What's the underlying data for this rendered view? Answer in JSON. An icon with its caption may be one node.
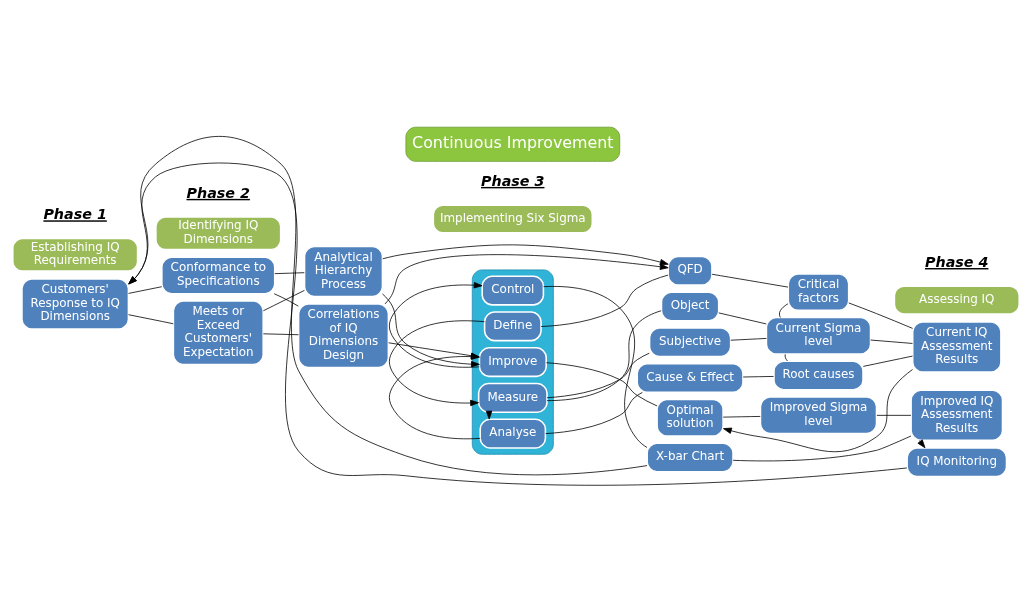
{
  "diagram": {
    "nodes": [
      {
        "text": [
          "Establishing IQ Requirements"
        ]
      },
      {
        "text": [
          "Identifying IQ Dimensions"
        ]
      },
      {
        "text": [
          "Implementing Six Sigma"
        ]
      },
      {
        "text": [
          "Assessing IQ"
        ]
      },
      {
        "text": [
          "Customers' Response to IQ Dimensions"
        ]
      },
      {
        "text": [
          "Conformance to Specifications"
        ]
      },
      {
        "text": [
          "Meets or Exceed Customers' Expectation"
        ]
      },
      {
        "text": [
          "Analytical Hierarchy Process"
        ]
      },
      {
        "text": [
          "Correlations of IQ Dimensions Design"
        ]
      },
      {
        "text": [],
        "shape": "box"
      },
      {
        "text": [
          "Define"
        ],
        "in": 9
      },
      {
        "text": [
          "Measure"
        ],
        "in": 9
      },
      {
        "text": [
          "Analyse"
        ],
        "in": 9
      },
      {
        "text": [
          "Improve"
        ],
        "in": 9
      },
      {
        "text": [
          "Control"
        ],
        "in": 9
      },
      {
        "text": [
          "QFD"
        ]
      },
      {
        "text": [
          "Critical factors"
        ]
      },
      {
        "text": [
          "Object"
        ]
      },
      {
        "text": [
          "Subjective"
        ]
      },
      {
        "text": [
          "Current Sigma level"
        ]
      },
      {
        "text": [
          "Cause & Effect"
        ]
      },
      {
        "text": [
          "Root causes"
        ]
      },
      {
        "text": [
          "Optimal solution"
        ]
      },
      {
        "text": [
          "Improved Sigma level"
        ]
      },
      {
        "text": [
          "X-bar Chart"
        ]
      },
      {
        "text": [
          "Current IQ Assessment Results"
        ]
      },
      {
        "text": [
          "Improved IQ Assessment Results"
        ]
      },
      {
        "text": [
          "IQ Monitoring"
        ]
      },
      {
        "text": [
          "Continuous Improvement"
        ]
      }
    ],
    "edges": [
      {
        "from": 4,
        "to": 5,
        "arrow": "none"
      },
      {
        "from": 4,
        "to": 6,
        "arrow": "none"
      },
      {
        "from": 5,
        "to": 7,
        "arrow": "none"
      },
      {
        "from": 5,
        "to": 8,
        "arrow": "none"
      },
      {
        "from": 6,
        "to": 7,
        "arrow": "none"
      },
      {
        "from": 6,
        "to": 8,
        "arrow": "none"
      },
      {
        "from": 7,
        "to": 15,
        "arrow": "to"
      },
      {
        "from": 7,
        "to": 13,
        "arrow": "to"
      },
      {
        "from": 8,
        "to": 15,
        "arrow": "to"
      },
      {
        "from": 8,
        "to": 13,
        "arrow": "to"
      },
      {
        "from": 10,
        "to": 11,
        "arrow": "to"
      },
      {
        "from": 11,
        "to": 12,
        "arrow": "to"
      },
      {
        "from": 12,
        "to": 13,
        "arrow": "to"
      },
      {
        "from": 13,
        "to": 14,
        "arrow": "to"
      },
      {
        "from": 10,
        "to": 15,
        "arrow": "none"
      },
      {
        "from": 11,
        "to": 17,
        "arrow": "none"
      },
      {
        "from": 11,
        "to": 18,
        "arrow": "none"
      },
      {
        "from": 12,
        "to": 20,
        "arrow": "none"
      },
      {
        "from": 13,
        "to": 22,
        "arrow": "none"
      },
      {
        "from": 14,
        "to": 24,
        "arrow": "none"
      },
      {
        "from": 15,
        "to": 16,
        "arrow": "none"
      },
      {
        "from": 17,
        "to": 19,
        "arrow": "none"
      },
      {
        "from": 18,
        "to": 19,
        "arrow": "none"
      },
      {
        "from": 20,
        "to": 21,
        "arrow": "none"
      },
      {
        "from": 16,
        "to": 19,
        "arrow": "none"
      },
      {
        "from": 19,
        "to": 21,
        "arrow": "none"
      },
      {
        "from": 16,
        "to": 25,
        "arrow": "none"
      },
      {
        "from": 19,
        "to": 25,
        "arrow": "none"
      },
      {
        "from": 21,
        "to": 25,
        "arrow": "none"
      },
      {
        "from": 25,
        "to": 22,
        "arrow": "to"
      },
      {
        "from": 22,
        "to": 23,
        "arrow": "none"
      },
      {
        "from": 23,
        "to": 26,
        "arrow": "none"
      },
      {
        "from": 24,
        "to": 26,
        "arrow": "none"
      },
      {
        "from": 26,
        "to": 27,
        "arrow": "to"
      },
      {
        "from": 27,
        "to": 4,
        "arrow": "to"
      },
      {
        "from": 24,
        "to": 4,
        "arrow": "to"
      }
    ],
    "labels": [
      "Phase 1",
      "Phase 2",
      "Phase 3",
      "Phase 4"
    ]
  }
}
